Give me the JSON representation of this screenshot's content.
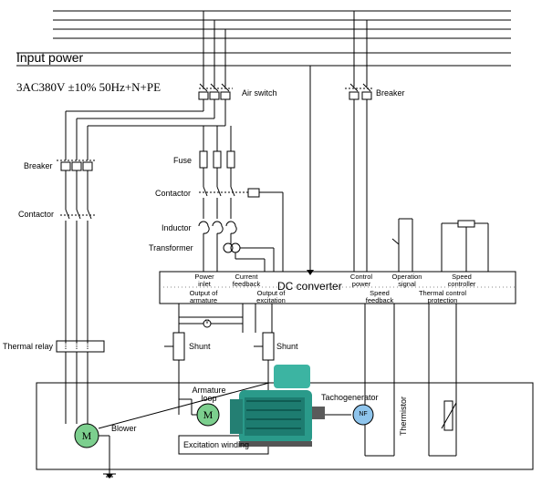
{
  "labels": {
    "input_power": "Input power",
    "supply_spec": "3AC380V ±10% 50Hz+N+PE",
    "air_switch": "Air switch",
    "breaker_right": "Breaker",
    "breaker_left": "Breaker",
    "contactor_left": "Contactor",
    "fuse": "Fuse",
    "contactor_mid": "Contactor",
    "inductor": "Inductor",
    "transformer": "Transformer",
    "thermal_relay": "Thermal relay",
    "power_inlet": "Power inlet",
    "current_feedback": "Current feedback",
    "dc_converter": "DC converter",
    "control_power": "Control power",
    "operation_signal": "Operation signal",
    "speed_controller": "Speed controller",
    "output_armature": "Output of armature",
    "output_excitation": "Output of excitation",
    "speed_feedback": "Speed feedback",
    "thermal_control_protection": "Thermal control protection",
    "shunt_left": "Shunt",
    "shunt_right": "Shunt",
    "armature_loop": "Armature loop",
    "tachogenerator": "Tachogenerator",
    "thermistor": "Thermistor",
    "blower": "Blower",
    "excitation_winding": "Excitation winding",
    "motor_m": "M",
    "armature_m": "M",
    "tacho_nf": "NF",
    "meter_v": "V"
  }
}
